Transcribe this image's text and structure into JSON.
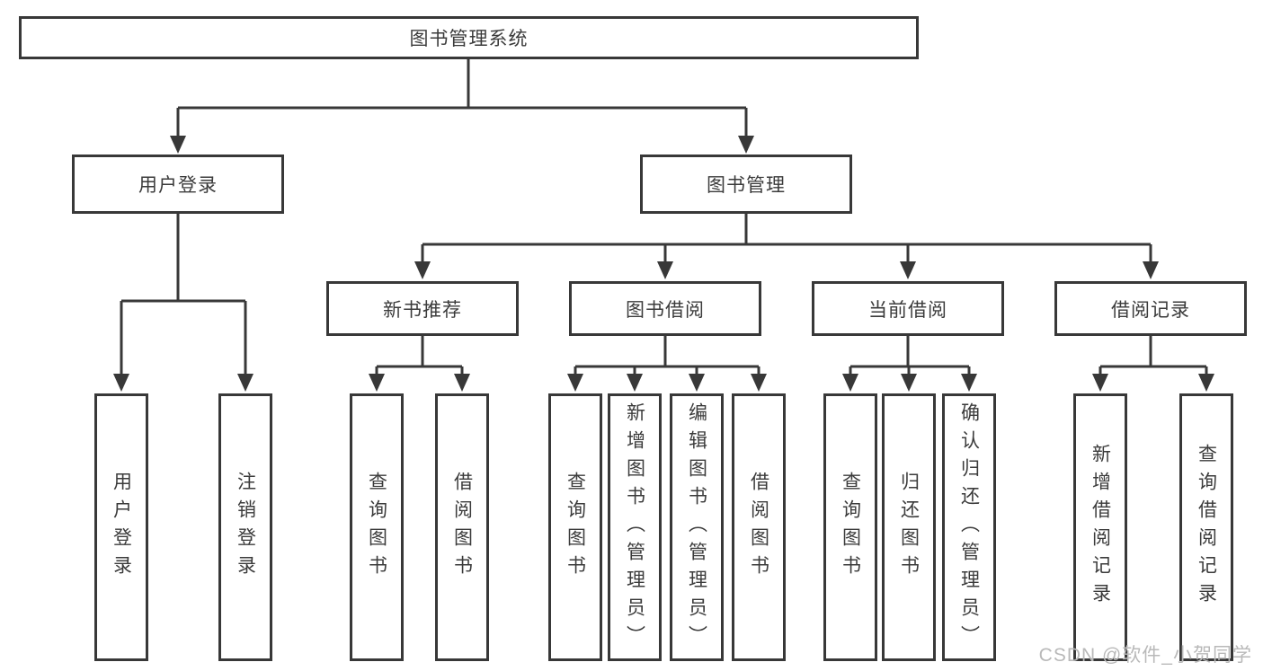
{
  "diagram": {
    "root": "图书管理系统",
    "login_branch": {
      "label": "用户登录",
      "children": [
        "用户登录",
        "注销登录"
      ]
    },
    "management_branch": {
      "label": "图书管理",
      "sections": [
        {
          "label": "新书推荐",
          "children": [
            "查询图书",
            "借阅图书"
          ]
        },
        {
          "label": "图书借阅",
          "children": [
            "查询图书",
            "新增图书（管理员）",
            "编辑图书（管理员）",
            "借阅图书"
          ]
        },
        {
          "label": "当前借阅",
          "children": [
            "查询图书",
            "归还图书",
            "确认归还（管理员）"
          ]
        },
        {
          "label": "借阅记录",
          "children": [
            "新增借阅记录",
            "查询借阅记录"
          ]
        }
      ]
    }
  },
  "watermark": "CSDN @软件_小贺同学",
  "colors": {
    "line": "#383838",
    "border": "#383838",
    "text": "#3b3b3b",
    "watermark": "#b9b9b9",
    "background": "#ffffff"
  }
}
